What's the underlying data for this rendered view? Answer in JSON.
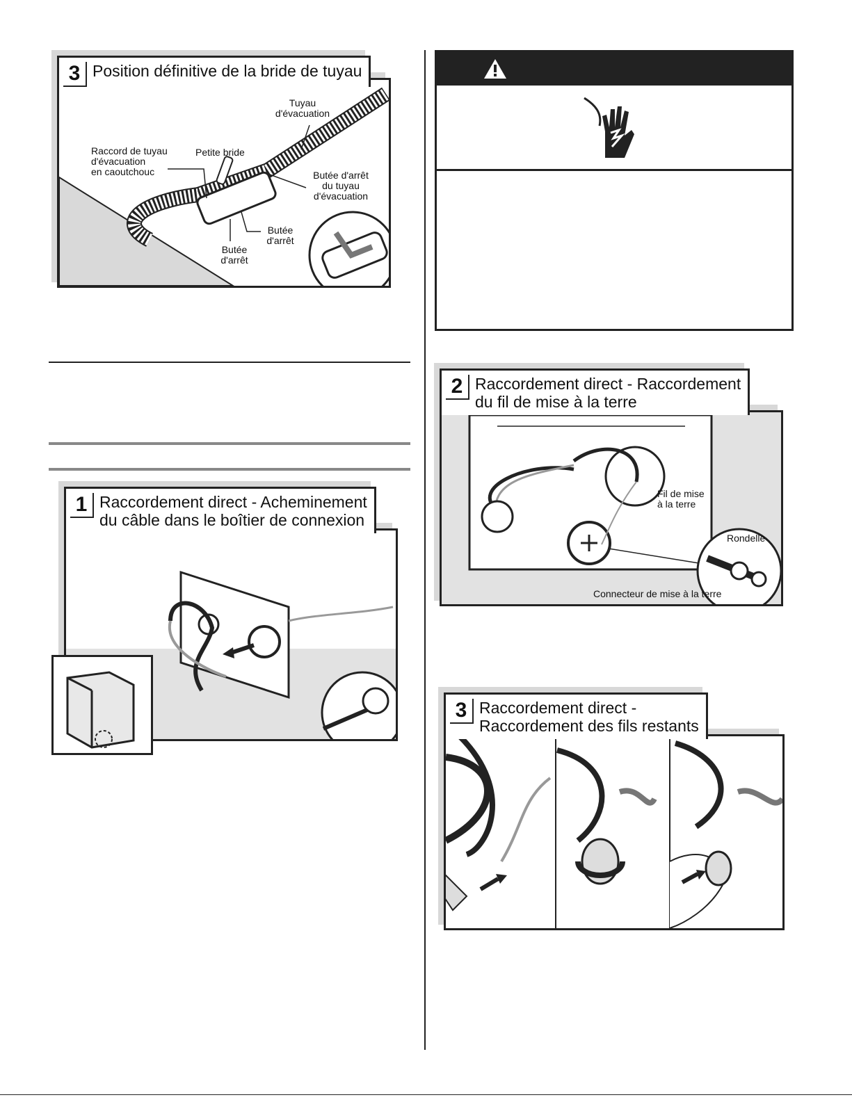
{
  "fig_hose_clamp": {
    "step": "3",
    "title": "Position définitive de la bride de tuyau",
    "labels": {
      "drain_hose_l1": "Tuyau",
      "drain_hose_l2": "d'évacuation",
      "rubber_connector_l1": "Raccord de tuyau",
      "rubber_connector_l2": "d'évacuation",
      "rubber_connector_l3": "en caoutchouc",
      "small_clamp": "Petite bride",
      "hose_stop_l1": "Butée d'arrêt",
      "hose_stop_l2": "du tuyau",
      "hose_stop_l3": "d'évacuation",
      "stop_a_l1": "Butée",
      "stop_a_l2": "d'arrêt",
      "stop_b_l1": "Butée",
      "stop_b_l2": "d'arrêt"
    }
  },
  "fig_cable_routing": {
    "step": "1",
    "title_l1": "Raccordement direct - Acheminement",
    "title_l2": "du câble dans le boîtier de connexion"
  },
  "fig_ground_wire": {
    "step": "2",
    "title_l1": "Raccordement direct - Raccordement",
    "title_l2": "du fil de mise à la terre",
    "labels": {
      "ground_wire_l1": "Fil de mise",
      "ground_wire_l2": "à la terre",
      "washer": "Rondelle",
      "ground_connector": "Connecteur de mise à la terre"
    }
  },
  "fig_remaining_wires": {
    "step": "3",
    "title_l1": "Raccordement direct -",
    "title_l2": "Raccordement des fils restants"
  },
  "colors": {
    "ink": "#222222",
    "shade": "#d8d8d8",
    "panel_gray": "#e2e2e2"
  }
}
